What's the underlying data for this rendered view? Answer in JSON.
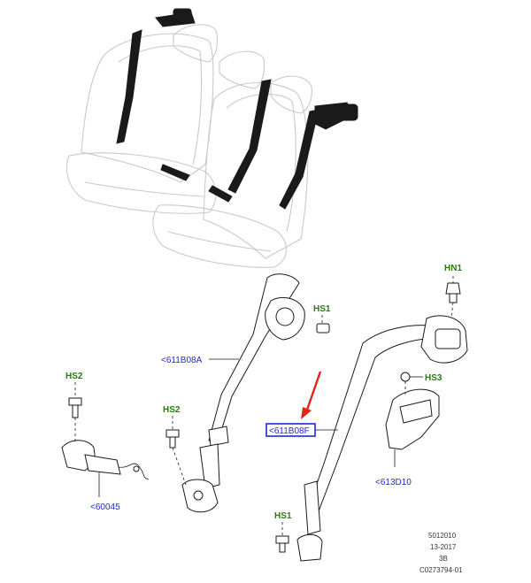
{
  "callouts": {
    "hn1": "HN1",
    "hs1_top": "HS1",
    "hs3": "HS3",
    "hs2_left": "HS2",
    "hs2_mid": "HS2",
    "hs1_bottom": "HS1",
    "part_611b08a": "<611B08A",
    "part_611b08f": "<611B08F",
    "part_613d10": "<613D10",
    "part_60045": "<60045"
  },
  "reference": {
    "code": "5012010",
    "date": "13-2017",
    "sheet": "3B",
    "illustration_id": "C0273794-01"
  },
  "colors": {
    "hardware_label": "#2a7a12",
    "part_label": "#1f2ad6",
    "highlight_box": "#1f2ad6",
    "pointer_arrow": "#e0261b"
  }
}
